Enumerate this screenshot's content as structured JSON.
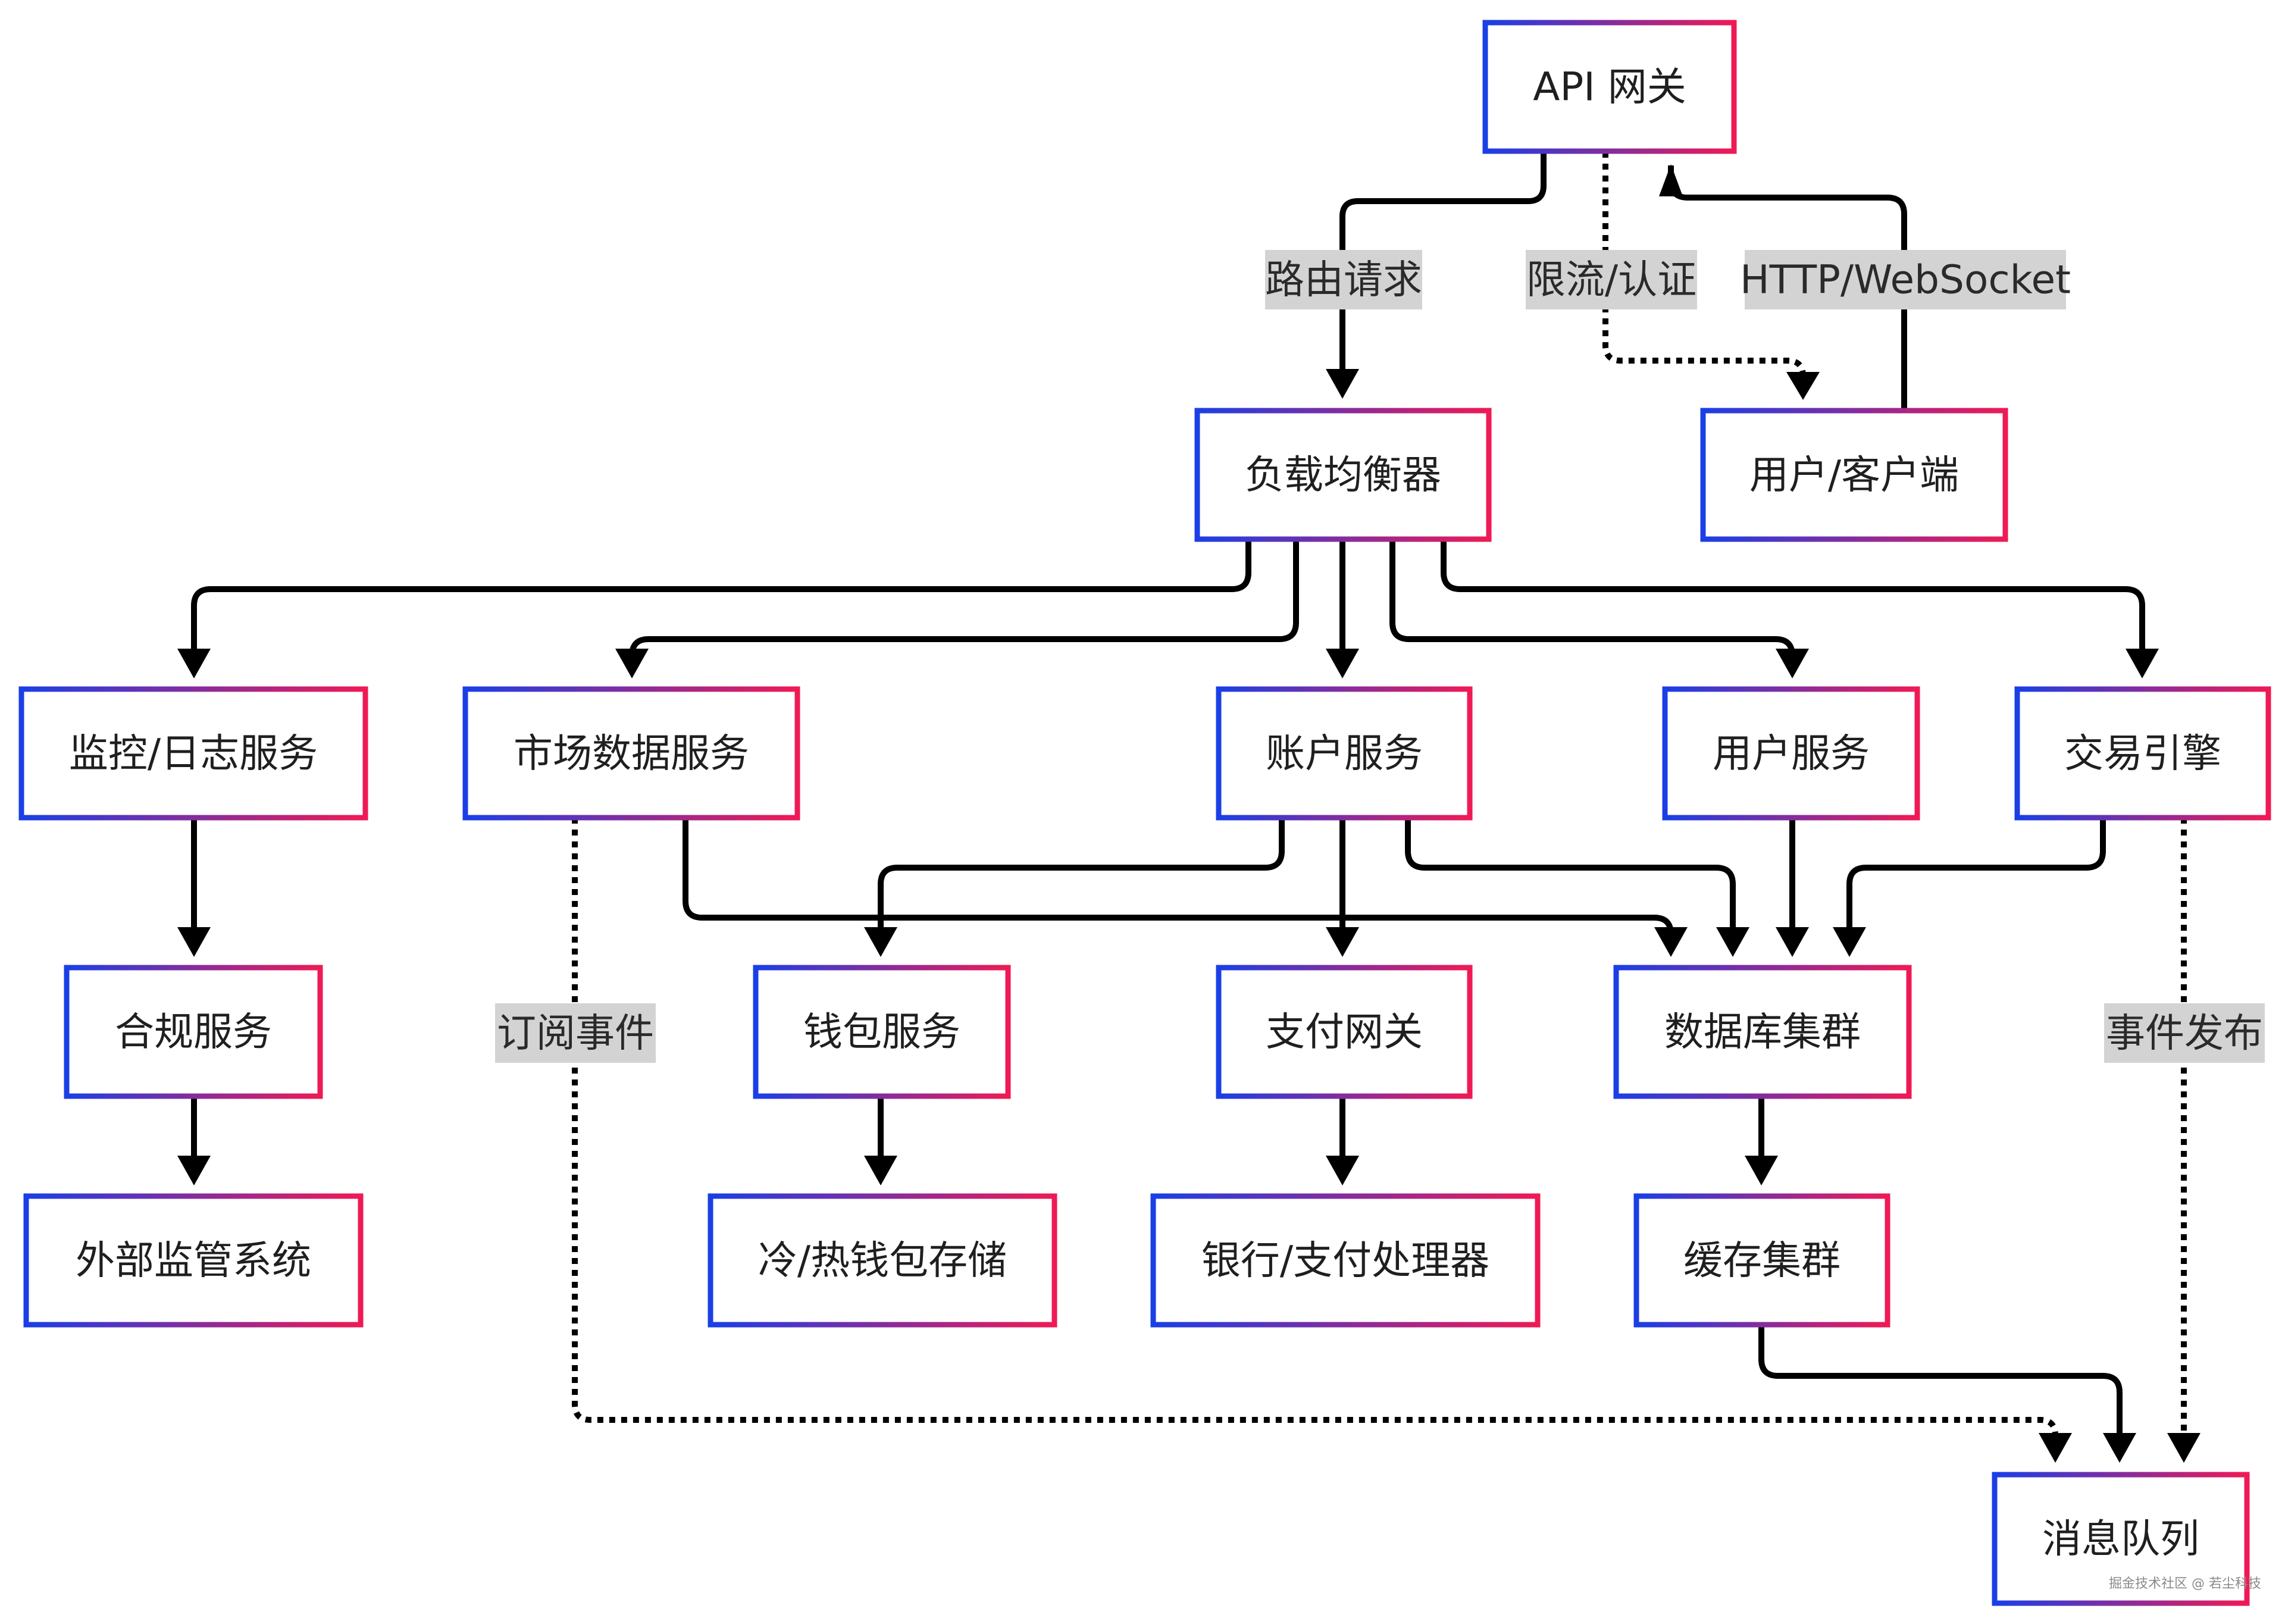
{
  "diagram": {
    "type": "flowchart",
    "nodes": [
      {
        "id": "api_gateway",
        "label": "API 网关"
      },
      {
        "id": "load_balancer",
        "label": "负载均衡器"
      },
      {
        "id": "client",
        "label": "用户/客户端"
      },
      {
        "id": "monitoring",
        "label": "监控/日志服务"
      },
      {
        "id": "market_data",
        "label": "市场数据服务"
      },
      {
        "id": "account",
        "label": "账户服务"
      },
      {
        "id": "user_service",
        "label": "用户服务"
      },
      {
        "id": "trading_engine",
        "label": "交易引擎"
      },
      {
        "id": "compliance",
        "label": "合规服务"
      },
      {
        "id": "wallet",
        "label": "钱包服务"
      },
      {
        "id": "payment_gateway",
        "label": "支付网关"
      },
      {
        "id": "database",
        "label": "数据库集群"
      },
      {
        "id": "regulator",
        "label": "外部监管系统"
      },
      {
        "id": "wallet_storage",
        "label": "冷/热钱包存储"
      },
      {
        "id": "bank",
        "label": "银行/支付处理器"
      },
      {
        "id": "cache",
        "label": "缓存集群"
      },
      {
        "id": "mq",
        "label": "消息队列"
      }
    ],
    "edges": [
      {
        "from": "client",
        "to": "api_gateway",
        "label": "HTTP/WebSocket",
        "style": "solid"
      },
      {
        "from": "api_gateway",
        "to": "load_balancer",
        "label": "路由请求",
        "style": "solid"
      },
      {
        "from": "api_gateway",
        "to": "client",
        "label": "限流/认证",
        "style": "dotted"
      },
      {
        "from": "load_balancer",
        "to": "monitoring",
        "label": "",
        "style": "solid"
      },
      {
        "from": "load_balancer",
        "to": "market_data",
        "label": "",
        "style": "solid"
      },
      {
        "from": "load_balancer",
        "to": "account",
        "label": "",
        "style": "solid"
      },
      {
        "from": "load_balancer",
        "to": "user_service",
        "label": "",
        "style": "solid"
      },
      {
        "from": "load_balancer",
        "to": "trading_engine",
        "label": "",
        "style": "solid"
      },
      {
        "from": "monitoring",
        "to": "compliance",
        "label": "",
        "style": "solid"
      },
      {
        "from": "compliance",
        "to": "regulator",
        "label": "",
        "style": "solid"
      },
      {
        "from": "market_data",
        "to": "database",
        "label": "",
        "style": "solid"
      },
      {
        "from": "market_data",
        "to": "mq",
        "label": "订阅事件",
        "style": "dotted"
      },
      {
        "from": "account",
        "to": "wallet",
        "label": "",
        "style": "solid"
      },
      {
        "from": "account",
        "to": "payment_gateway",
        "label": "",
        "style": "solid"
      },
      {
        "from": "account",
        "to": "database",
        "label": "",
        "style": "solid"
      },
      {
        "from": "user_service",
        "to": "database",
        "label": "",
        "style": "solid"
      },
      {
        "from": "trading_engine",
        "to": "database",
        "label": "",
        "style": "solid"
      },
      {
        "from": "trading_engine",
        "to": "mq",
        "label": "事件发布",
        "style": "dotted"
      },
      {
        "from": "wallet",
        "to": "wallet_storage",
        "label": "",
        "style": "solid"
      },
      {
        "from": "payment_gateway",
        "to": "bank",
        "label": "",
        "style": "solid"
      },
      {
        "from": "database",
        "to": "cache",
        "label": "",
        "style": "solid"
      },
      {
        "from": "cache",
        "to": "mq",
        "label": "",
        "style": "solid"
      }
    ],
    "colors": {
      "node_border_start": "#1a3fe6",
      "node_border_end": "#ef1a55",
      "edge": "#000000",
      "label_background": "#d3d3d3"
    }
  },
  "watermark": "掘金技术社区 @ 若尘科技"
}
